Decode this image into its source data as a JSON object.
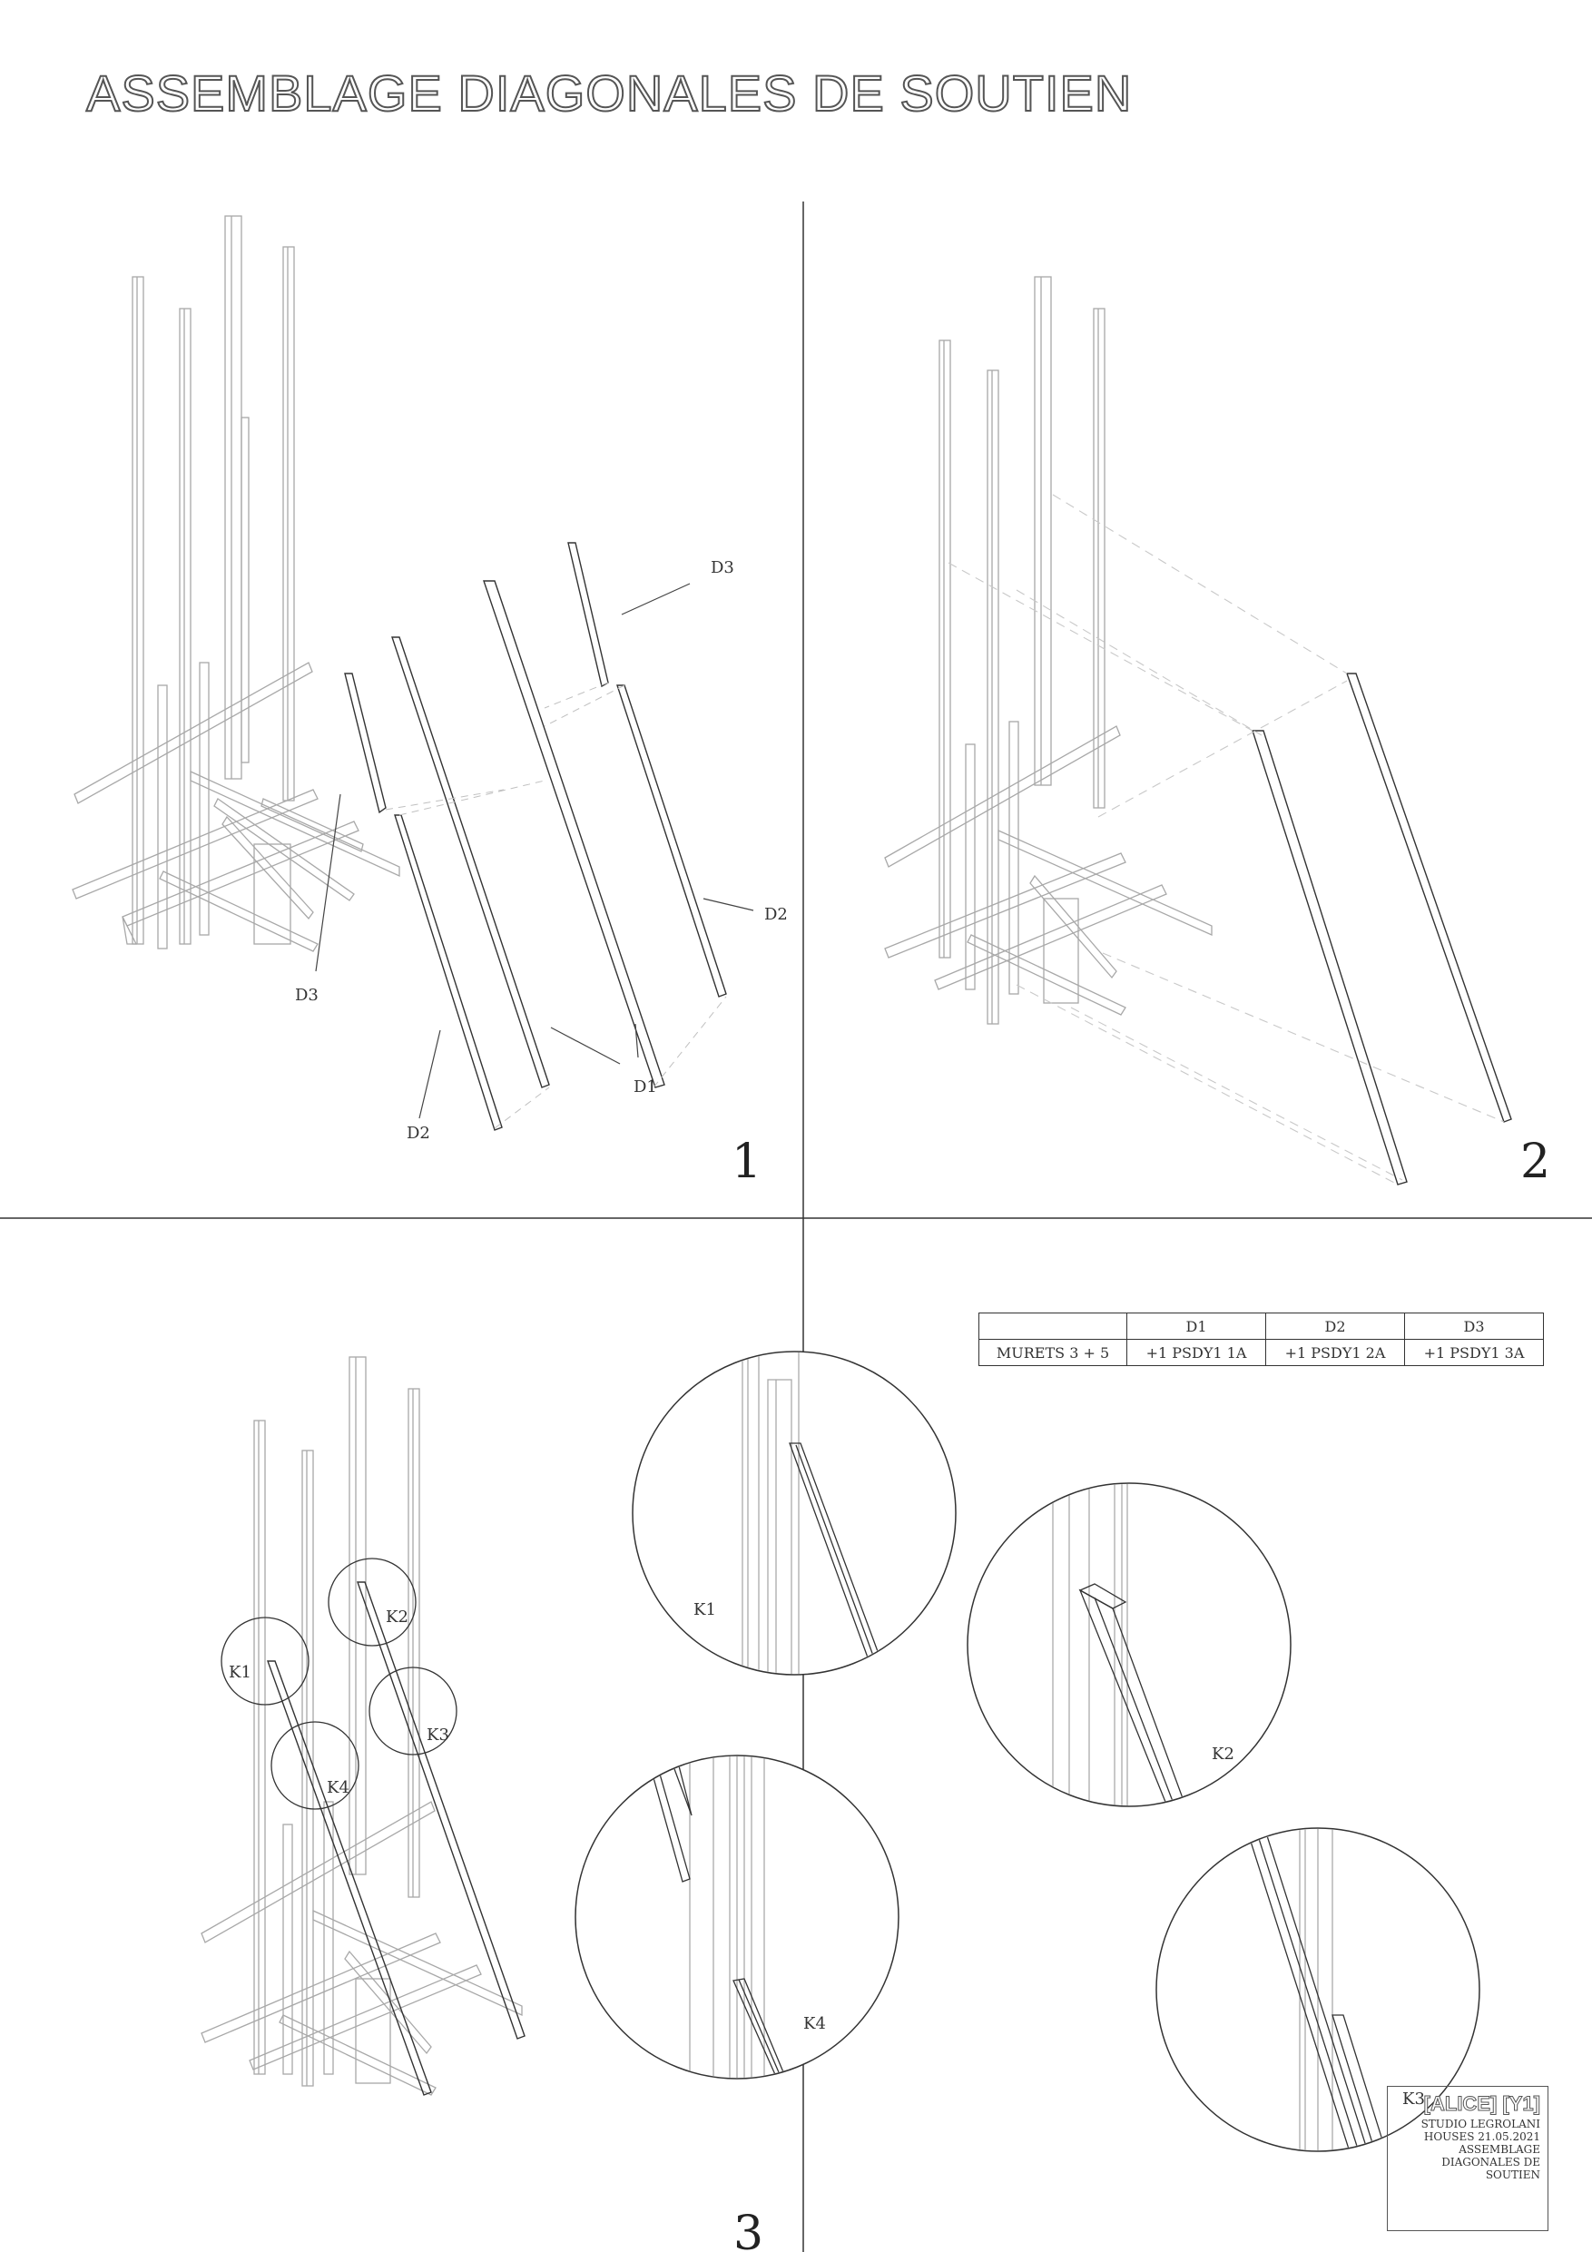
{
  "title": "ASSEMBLAGE DIAGONALES DE SOUTIEN",
  "steps": [
    {
      "number": "1",
      "labels": [
        "D3",
        "D3",
        "D2",
        "D2",
        "D1"
      ]
    },
    {
      "number": "2"
    },
    {
      "number": "3",
      "labels": [
        "K1",
        "K2",
        "K3",
        "K4"
      ]
    }
  ],
  "details": [
    {
      "label": "K1"
    },
    {
      "label": "K2"
    },
    {
      "label": "K4"
    },
    {
      "label": "K3"
    }
  ],
  "table": {
    "headers": [
      "",
      "D1",
      "D2",
      "D3"
    ],
    "rows": [
      [
        "MURETS 3 + 5",
        "+1 PSDY1 1A",
        "+1 PSDY1 2A",
        "+1 PSDY1 3A"
      ]
    ]
  },
  "title_block": {
    "project": "[ALICE] [Y1]",
    "lines": [
      "STUDIO LEGROLANI",
      "HOUSES 21.05.2021",
      "ASSEMBLAGE",
      "DIAGONALES DE SOUTIEN"
    ]
  },
  "colors": {
    "line": "#333333",
    "light_line": "#9a9a9a",
    "ghost_line": "#c8c8c8"
  }
}
